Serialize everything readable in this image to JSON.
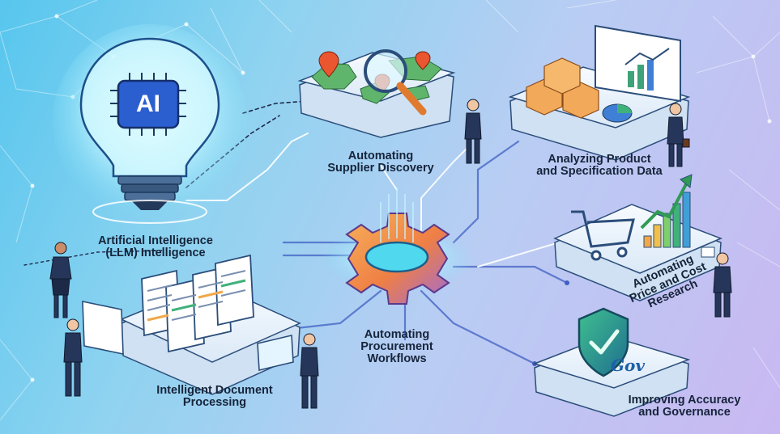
{
  "ai_badge": "AI",
  "gov_badge": "Gov",
  "labels": {
    "ai": [
      "Artificial Intelligence",
      "(LLM) Intelligence"
    ],
    "supplier": [
      "Automating",
      "Supplier Discovery"
    ],
    "product": [
      "Analyzing Product",
      "and Specification Data"
    ],
    "procurement": [
      "Automating",
      "Procurement",
      "Workflows"
    ],
    "document": [
      "Intelligent Document",
      "Processing"
    ],
    "price": [
      "Automating",
      "Price and Cost",
      "Research"
    ],
    "governance": [
      "Improving Accuracy",
      "and Governance"
    ]
  },
  "colors": {
    "bg_left": "#57c6ee",
    "bg_right": "#c9b8f2",
    "glow": "#e9ffff",
    "gear": "#f08a3c",
    "gear_ring": "#6e7bd6",
    "platform": "#eef3fb",
    "text": "#16243a",
    "shield": "#2d8f6a",
    "box": "#f2a95a"
  },
  "icons": [
    "lightbulb-icon",
    "chip-icon",
    "world-map-icon",
    "magnifier-icon",
    "location-pin-icon",
    "package-box-icon",
    "bar-chart-icon",
    "pie-chart-icon",
    "gear-icon",
    "document-icon",
    "shopping-cart-icon",
    "shield-check-icon",
    "person-icon"
  ]
}
